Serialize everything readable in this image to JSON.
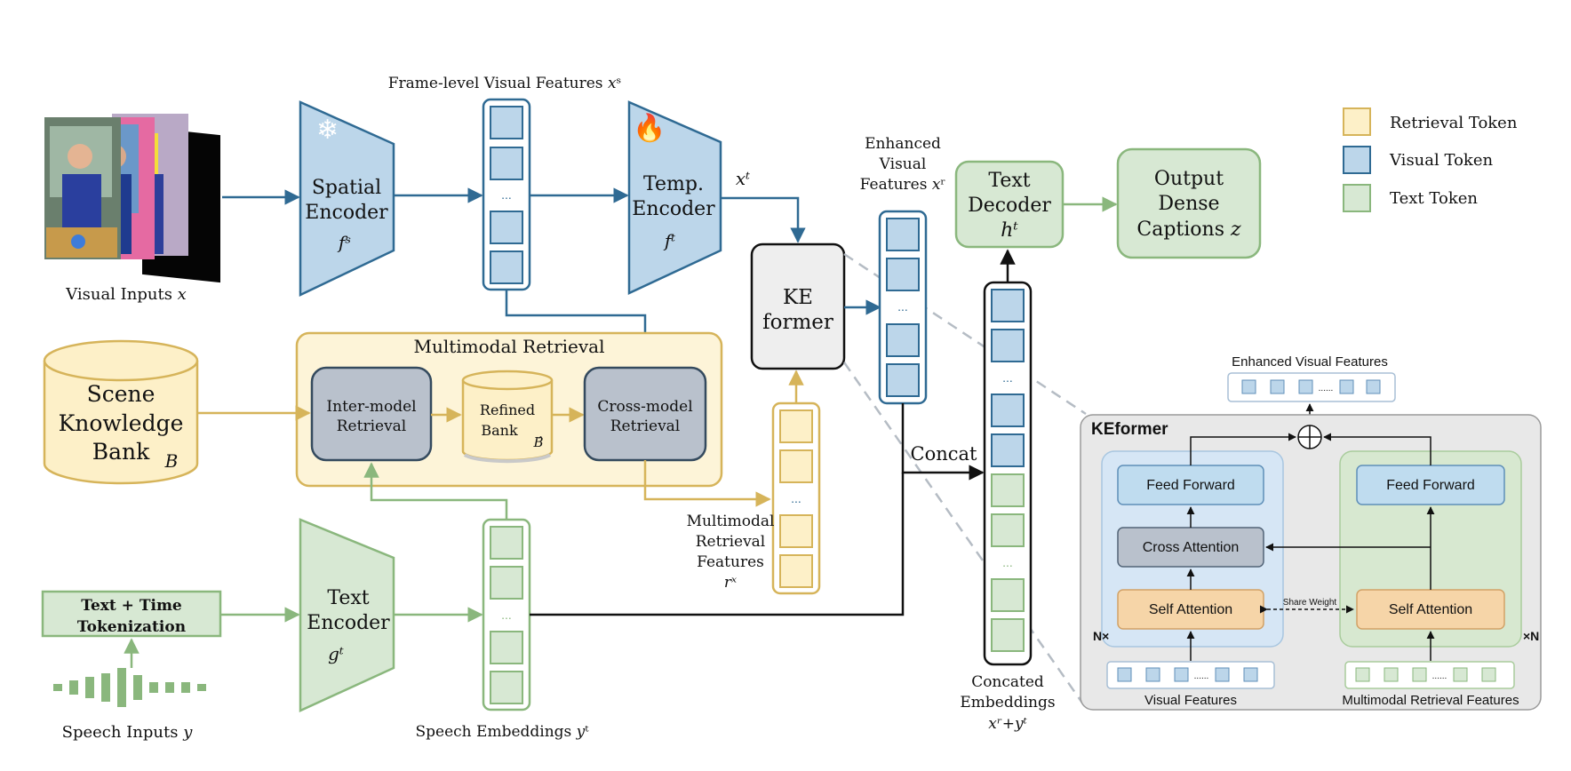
{
  "colors": {
    "visual_fill": "#bcd6ea",
    "visual_stroke": "#2f6a93",
    "retrieval_fill": "#fdf0c8",
    "retrieval_stroke": "#d6b45a",
    "text_fill": "#d7e8d3",
    "text_stroke": "#8ab77d",
    "gray_fill": "#b9c1cc",
    "gray_stroke": "#344a5e",
    "arrow_blue": "#2f6a93",
    "arrow_gold": "#d6b45a",
    "arrow_green": "#8ab77d"
  },
  "visual_input": {
    "label": "Visual Inputs 𝑥"
  },
  "speech_input": {
    "label": "Speech Inputs 𝑦"
  },
  "spatial_encoder": {
    "line1": "Spatial",
    "line2": "Encoder",
    "sym": "𝑓ˢ",
    "icon": "snowflake-icon"
  },
  "temporal_encoder": {
    "line1": "Temp.",
    "line2": "Encoder",
    "sym": "𝑓ᵗ",
    "icon": "flame-icon"
  },
  "text_encoder": {
    "line1": "Text",
    "line2": "Encoder",
    "sym": "𝑔ᵗ"
  },
  "frame_features": {
    "label": "Frame-level Visual Features 𝑥ˢ",
    "dots": "..."
  },
  "xt_label": "𝑥ᵗ",
  "ke_former": {
    "line1": "KE",
    "line2": "former"
  },
  "enhanced_features": {
    "line1": "Enhanced",
    "line2": "Visual",
    "line3": "Features 𝑥ʳ",
    "dots": "..."
  },
  "multimodal_retrieval": {
    "title": "Multimodal Retrieval",
    "inter_line1": "Inter-model",
    "inter_line2": "Retrieval",
    "refined_line1": "Refined",
    "refined_line2": "Bank",
    "refined_sym": "𝐵̂",
    "cross_line1": "Cross-model",
    "cross_line2": "Retrieval"
  },
  "scene_bank": {
    "line1": "Scene",
    "line2": "Knowledge",
    "line3": "Bank",
    "sym": "𝐵"
  },
  "retrieval_features": {
    "line1": "Multimodal",
    "line2": "Retrieval",
    "line3": "Features",
    "line4": "𝑟ˣ",
    "dots": "..."
  },
  "tokenization": {
    "line1": "Text + Time",
    "line2": "Tokenization"
  },
  "speech_embeddings": {
    "label": "Speech Embeddings 𝑦ᵗ",
    "dots": "..."
  },
  "concat": {
    "label": "Concat"
  },
  "concated": {
    "line1": "Concated",
    "line2": "Embeddings",
    "line3": "𝑥ʳ+𝑦ᵗ",
    "dots_a": "...",
    "dots_b": "..."
  },
  "text_decoder": {
    "line1": "Text",
    "line2": "Decoder",
    "sym": "ℎᵗ"
  },
  "output": {
    "line1": "Output",
    "line2": "Dense",
    "line3": "Captions 𝑧"
  },
  "legend": [
    {
      "label": "Retrieval Token",
      "color": "retrieval"
    },
    {
      "label": "Visual Token",
      "color": "visual"
    },
    {
      "label": "Text Token",
      "color": "text"
    }
  ],
  "keformer_detail": {
    "title": "KEformer",
    "enhanced_label": "Enhanced Visual Features",
    "left_ff": "Feed Forward",
    "cross_attention": "Cross Attention",
    "left_sa": "Self Attention",
    "right_ff": "Feed Forward",
    "right_sa": "Self Attention",
    "share_weight": "Share Weight",
    "nx_left": "N×",
    "nx_right": "×N",
    "visual_features": "Visual Features",
    "retrieval_features": "Multimodal Retrieval Features",
    "dots": "......"
  }
}
